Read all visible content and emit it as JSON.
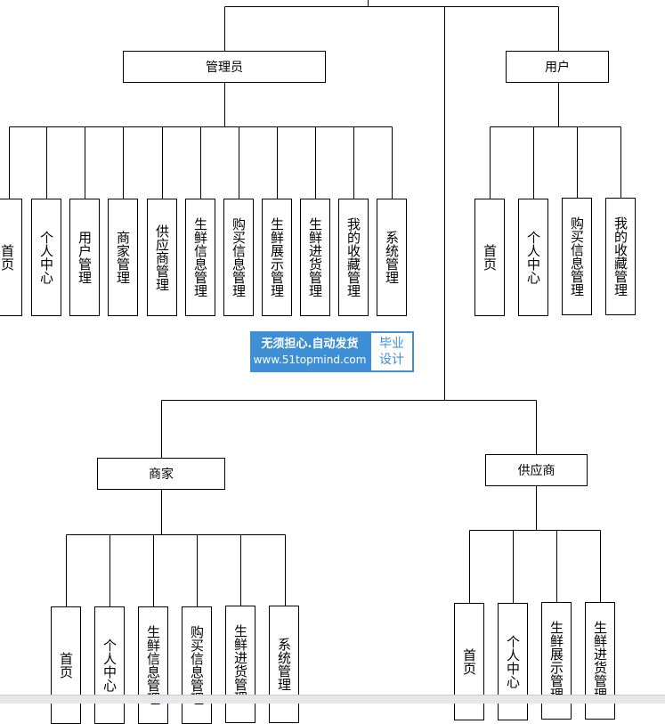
{
  "groups": [
    {
      "title": "管理员",
      "items": [
        "首页",
        "个人中心",
        "用户管理",
        "商家管理",
        "供应商管理",
        "生鲜信息管理",
        "购买信息管理",
        "生鲜展示管理",
        "生鲜进货管理",
        "我的收藏管理",
        "系统管理"
      ]
    },
    {
      "title": "用户",
      "items": [
        "首页",
        "个人中心",
        "购买信息管理",
        "我的收藏管理"
      ]
    },
    {
      "title": "商家",
      "items": [
        "首页",
        "个人中心",
        "生鲜信息管理",
        "购买信息管理",
        "生鲜进货管理",
        "系统管理"
      ]
    },
    {
      "title": "供应商",
      "items": [
        "首页",
        "个人中心",
        "生鲜展示管理",
        "生鲜进货管理"
      ]
    }
  ],
  "watermark": {
    "line1": "无须担心.自动发货",
    "line2": "www.51topmind.com",
    "badge_line1": "毕业",
    "badge_line2": "设计",
    "color": "#3f8fd6"
  }
}
